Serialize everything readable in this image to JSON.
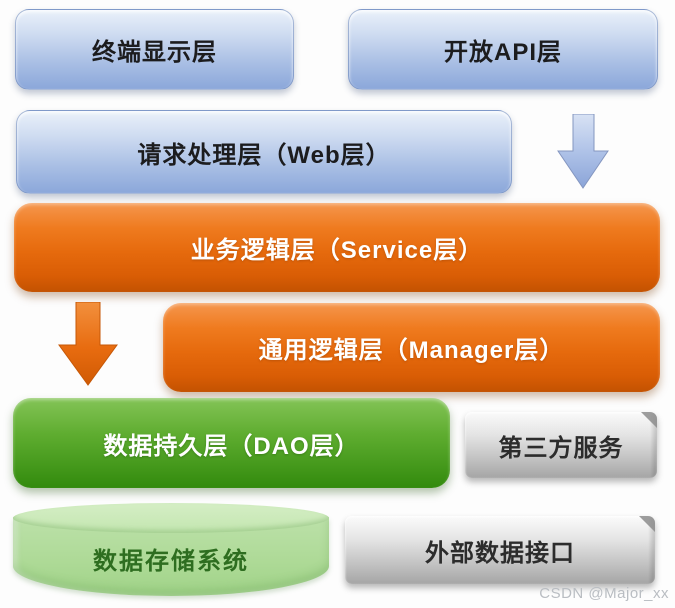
{
  "diagram": {
    "type": "layered-architecture",
    "layers": {
      "terminal": {
        "label": "终端显示层",
        "style": "blue"
      },
      "open_api": {
        "label": "开放API层",
        "style": "blue"
      },
      "web": {
        "label": "请求处理层（Web层）",
        "style": "blue"
      },
      "service": {
        "label": "业务逻辑层（Service层）",
        "style": "orange"
      },
      "manager": {
        "label": "通用逻辑层（Manager层）",
        "style": "orange"
      },
      "dao": {
        "label": "数据持久层（DAO层）",
        "style": "green"
      },
      "third_party": {
        "label": "第三方服务",
        "style": "gray"
      },
      "storage": {
        "label": "数据存储系统",
        "style": "green-cylinder"
      },
      "external": {
        "label": "外部数据接口",
        "style": "gray"
      }
    },
    "arrows": {
      "blue_down": {
        "from": "web",
        "to": "service",
        "color": "#8ea9db"
      },
      "orange_down": {
        "from": "service",
        "to": "dao",
        "color": "#e2630a"
      }
    },
    "palette": {
      "blue": "#a8bee4",
      "orange": "#e66a0d",
      "green": "#45991c",
      "gray": "#c3c3c3",
      "light_green": "#aeda97"
    },
    "watermark": "CSDN @Major_xx"
  }
}
